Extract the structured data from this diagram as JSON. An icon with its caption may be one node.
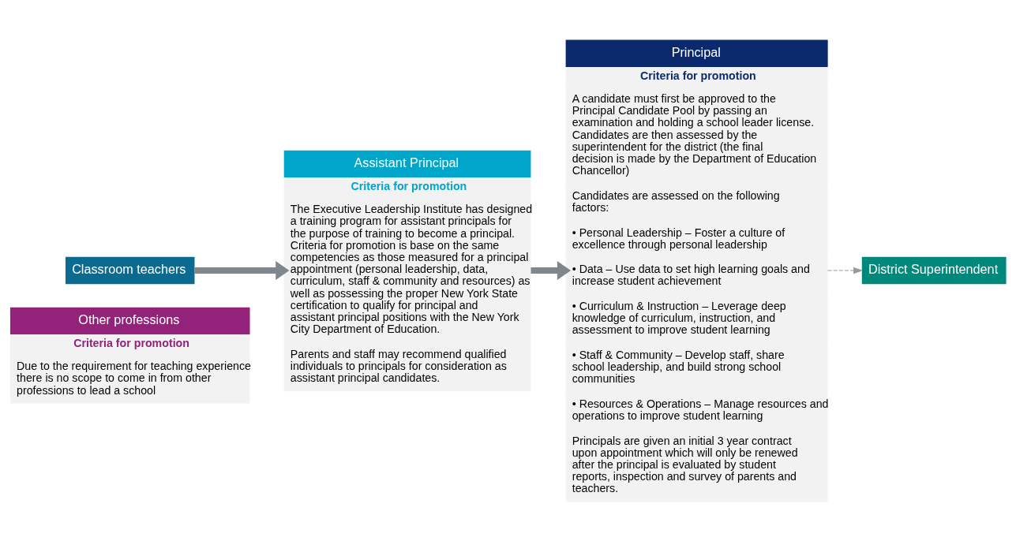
{
  "diagram": {
    "nodes": [
      {
        "text": [
          "Other professions",
          "Criteria for promotion",
          "Due to the requirement for teaching experience there is no scope to come in from other professions to lead a school"
        ]
      },
      {
        "text": [
          "Principal",
          "Criteria for promotion",
          "A candidate must first be approved to the Principal Candidate Pool by passing an examination and holding a school leader license. Candidates are then assessed by the superintendent for the district (the final decision is made by the Department of Education Chancellor)",
          "Candidates are assessed on the following factors:",
          "• Personal Leadership – Foster a culture of excellence through personal leadership",
          "• Data – Use data to set high learning goals and increase student achievement",
          "• Curriculum & Instruction – Leverage deep knowledge of curriculum, instruction, and assessment to improve student learning",
          "• Staff & Community – Develop staff, share school leadership, and build strong school communities",
          "• Resources & Operations – Manage resources and operations to improve student learning",
          "Principals are given an initial 3 year contract upon appointment which will only be renewed after the principal is evaluated by student reports, inspection and survey of parents and teachers."
        ]
      },
      {
        "text": [
          "Assistant Principal",
          "Criteria for promotion",
          "The Executive Leadership Institute has designed a training program for assistant principals for the purpose of training to become a principal. Criteria for promotion is base on the same competencies as those measured for a principal appointment (personal leadership, data, curriculum, staff & community and resources) as well as possessing the proper New York State certification to qualify for principal and assistant principal positions with the New York City Department of Education.",
          "Parents and staff may recommend qualified individuals to principals for consideration as assistant principal candidates."
        ]
      },
      {
        "text": [
          "Classroom teachers"
        ]
      },
      {
        "text": [
          "District Superintendent"
        ]
      }
    ],
    "edges": [
      {
        "from": 3,
        "to": 2,
        "arrow": "to"
      },
      {
        "from": 2,
        "to": 1,
        "arrow": "to"
      },
      {
        "from": 1,
        "to": 4,
        "arrow": "to",
        "style": "dashed"
      }
    ]
  }
}
